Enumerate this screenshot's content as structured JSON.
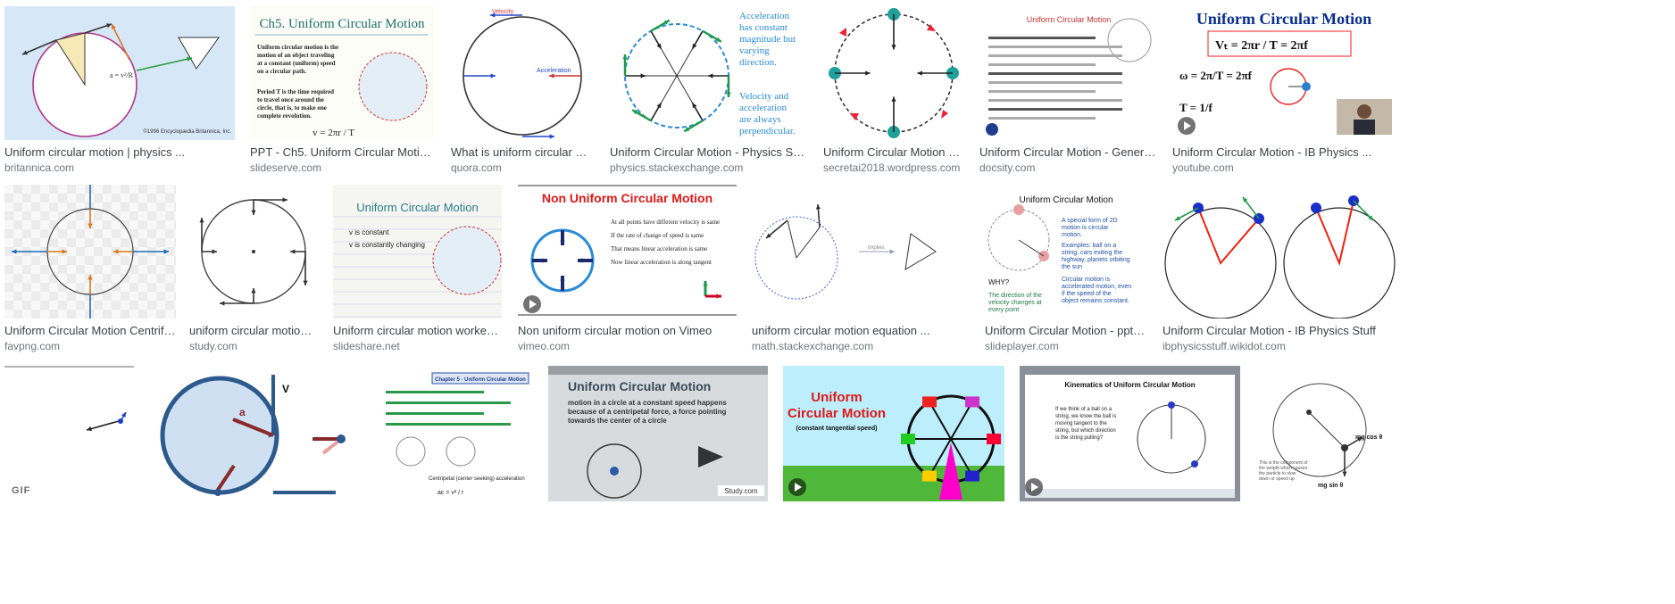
{
  "results": [
    {
      "caption": "Uniform circular motion | physics ...",
      "source": "britannica.com",
      "art": "britannica",
      "label": "©1996 Encyclopædia Britannica, Inc."
    },
    {
      "caption": "PPT - Ch5. Uniform Circular Motion ...",
      "source": "slideserve.com",
      "art": "ch5",
      "title": "Ch5. Uniform Circular Motion"
    },
    {
      "caption": "What is uniform circular motion...",
      "source": "quora.com",
      "art": "quora",
      "label": "Velocity",
      "label2": "Acceleration"
    },
    {
      "caption": "Uniform Circular Motion - Physics Stack ...",
      "source": "physics.stackexchange.com",
      "art": "stack",
      "label": "Acceleration has constant magnitude but varying direction.",
      "label2": "Velocity and acceleration are always perpendicular."
    },
    {
      "caption": "Uniform Circular Motion – The ...",
      "source": "secretai2018.wordpress.com",
      "art": "secret"
    },
    {
      "caption": "Uniform Circular Motion - General ...",
      "source": "docsity.com",
      "art": "docsity",
      "title": "Uniform Circular Motion"
    },
    {
      "caption": "Uniform Circular Motion - IB Physics ...",
      "source": "youtube.com",
      "art": "youtube",
      "title": "Uniform Circular Motion",
      "video": true
    },
    {
      "caption": "Uniform Circular Motion Centrifugal ...",
      "source": "favpng.com",
      "art": "favpng"
    },
    {
      "caption": "uniform circular motion ...",
      "source": "study.com",
      "art": "study"
    },
    {
      "caption": "Uniform circular motion worked exam...",
      "source": "slideshare.net",
      "art": "slideshare",
      "title": "Uniform Circular Motion",
      "label": "v is constant",
      "label2": "v is constantly changing"
    },
    {
      "caption": "Non uniform circular motion on Vimeo",
      "source": "vimeo.com",
      "art": "vimeo",
      "title": "Non Uniform Circular Motion",
      "video": true
    },
    {
      "caption": "uniform circular motion equation ...",
      "source": "math.stackexchange.com",
      "art": "math"
    },
    {
      "caption": "Uniform Circular Motion - ppt downl...",
      "source": "slideplayer.com",
      "art": "slideplayer",
      "title": "Uniform Circular Motion",
      "label": "WHY?"
    },
    {
      "caption": "Uniform Circular Motion - IB Physics Stuff",
      "source": "ibphysicsstuff.wikidot.com",
      "art": "ibstuff"
    },
    {
      "caption": "",
      "source": "",
      "art": "gif1",
      "gif": "GIF"
    },
    {
      "caption": "",
      "source": "",
      "art": "bigcircle",
      "label": "V",
      "label2": "a"
    },
    {
      "caption": "",
      "source": "",
      "art": "chapter5",
      "title": "Chapter 5 - Uniform Circular Motion"
    },
    {
      "caption": "",
      "source": "",
      "art": "studycom",
      "title": "Uniform Circular Motion",
      "label": "Study.com"
    },
    {
      "caption": "",
      "source": "",
      "art": "ferris",
      "title": "Uniform Circular Motion",
      "label": "(constant tangential speed)",
      "video": true
    },
    {
      "caption": "",
      "source": "",
      "art": "kinematics",
      "title": "Kinematics of Uniform Circular Motion",
      "video": true
    },
    {
      "caption": "",
      "source": "",
      "art": "pendulum",
      "label": "mg cos θ",
      "label2": "mg sin θ"
    }
  ]
}
